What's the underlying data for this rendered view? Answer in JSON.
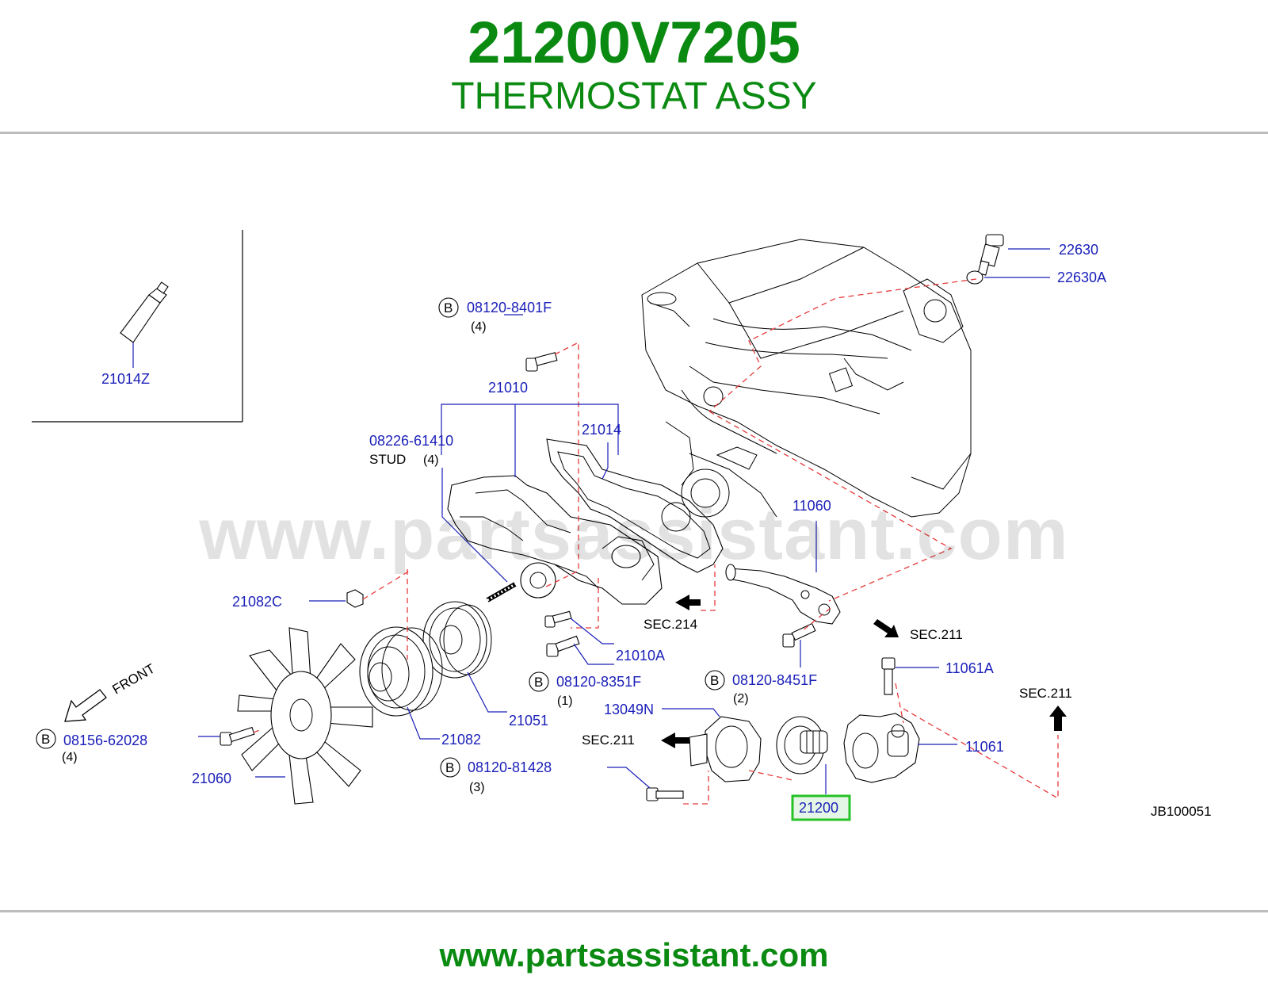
{
  "header": {
    "part_number": "21200V7205",
    "part_name": "THERMOSTAT ASSY"
  },
  "diagram": {
    "watermark": "www.partsassistant.com",
    "figure_code": "JB100051",
    "labels": {
      "p22630": "22630",
      "p22630A": "22630A",
      "p21014Z": "21014Z",
      "p08120_8401F": "08120-8401F",
      "p21010": "21010",
      "p21014": "21014",
      "p08226_61410": "08226-61410",
      "stud": "STUD",
      "p11060": "11060",
      "p21082C": "21082C",
      "p21010A": "21010A",
      "p08120_8351F": "08120-8351F",
      "p08120_8451F": "08120-8451F",
      "p11061A": "11061A",
      "p13049N": "13049N",
      "p21051": "21051",
      "p21082": "21082",
      "p08156_62028": "08156-62028",
      "p21060": "21060",
      "p08120_81428": "08120-81428",
      "p11061": "11061",
      "p21200": "21200"
    },
    "quantities": {
      "q8401F": "(4)",
      "qstud": "(4)",
      "q8351F": "(1)",
      "q8451F": "(2)",
      "q62028": "(4)",
      "q81428": "(3)"
    },
    "bolt_badge": "B",
    "sections": {
      "sec214": "SEC.214",
      "sec211_right": "SEC.211",
      "sec211_far": "SEC.211",
      "sec211_left": "SEC.211"
    },
    "front_label": "FRONT",
    "highlighted_part": "21200"
  },
  "footer": {
    "url": "www.partsassistant.com"
  },
  "colors": {
    "title_green": "#0b8a12",
    "label_blue": "#1a1fb8",
    "dash_red": "#e63a3a",
    "highlight_green": "#27c227"
  }
}
